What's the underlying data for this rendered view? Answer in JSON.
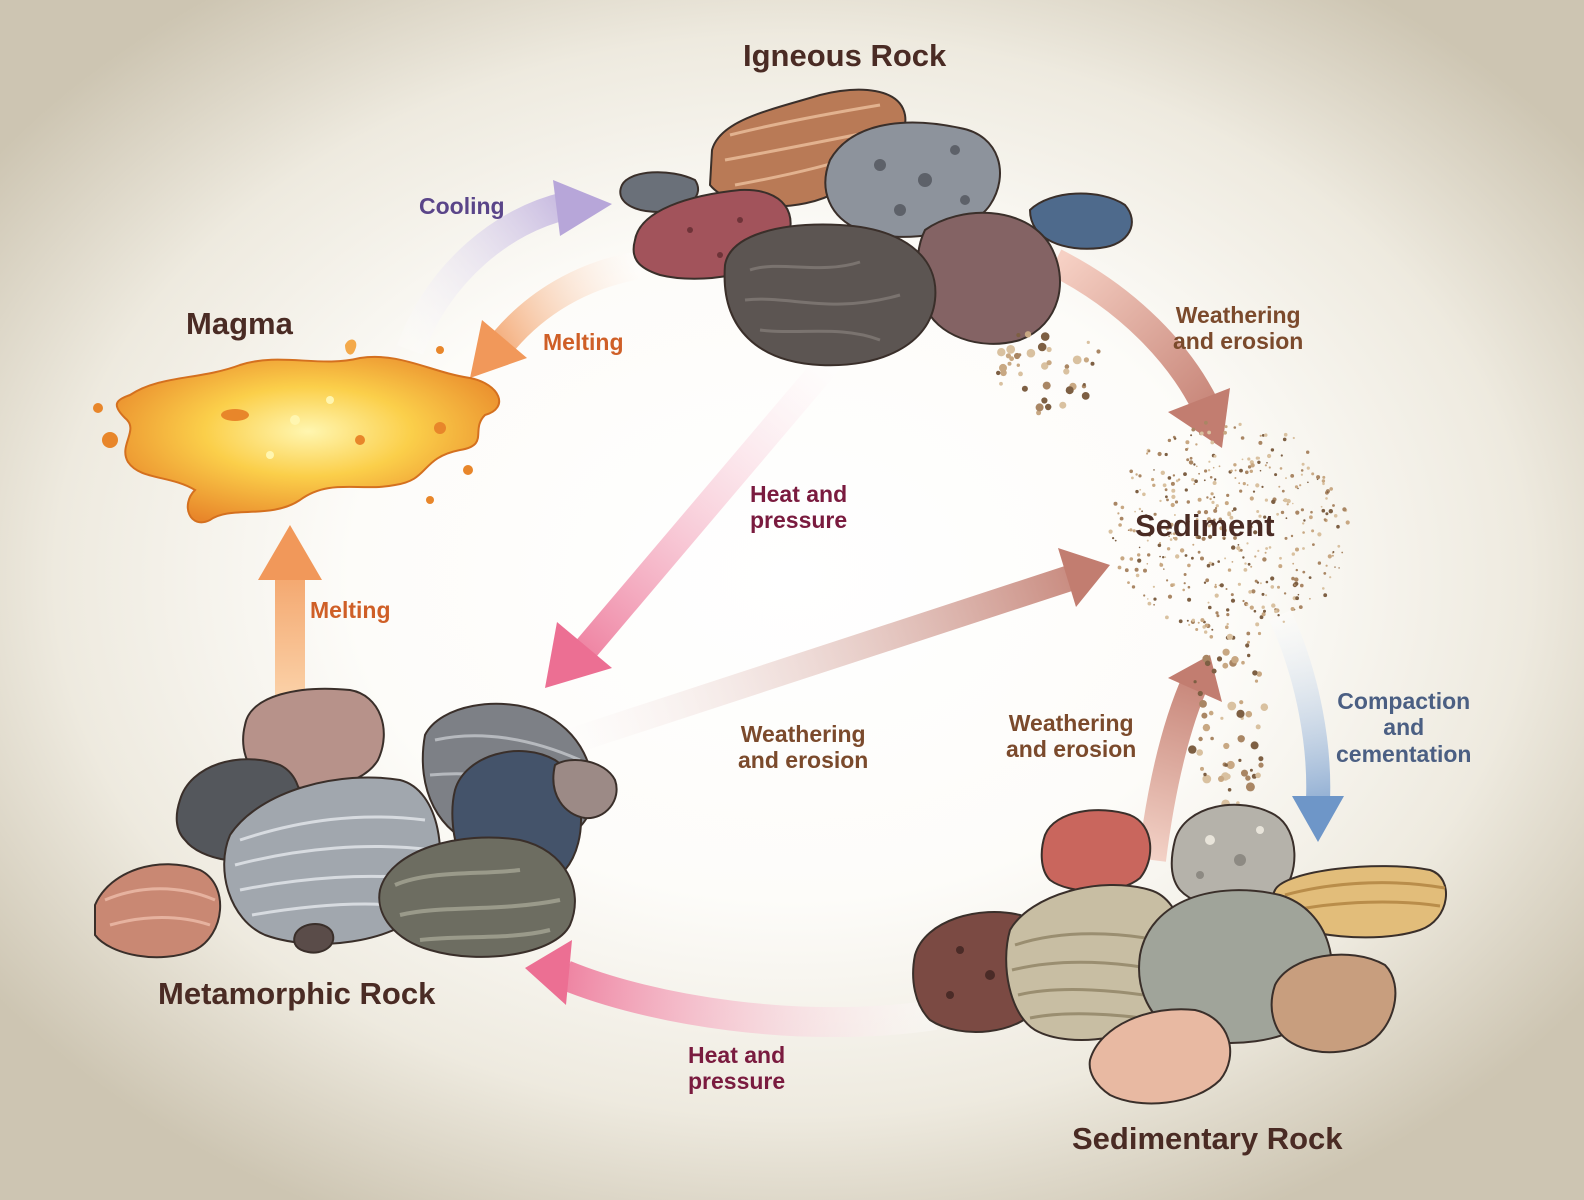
{
  "nodes": {
    "igneous": "Igneous Rock",
    "magma": "Magma",
    "sediment": "Sediment",
    "metamorphic": "Metamorphic Rock",
    "sedimentary": "Sedimentary Rock"
  },
  "processes": {
    "cooling": "Cooling",
    "melting_igneous": "Melting",
    "melting_metamorphic": "Melting",
    "weathering_igneous_1": "Weathering",
    "weathering_igneous_2": "and erosion",
    "heat_igneous_1": "Heat and",
    "heat_igneous_2": "pressure",
    "weathering_metamorphic_1": "Weathering",
    "weathering_metamorphic_2": "and erosion",
    "weathering_sedimentary_1": "Weathering",
    "weathering_sedimentary_2": "and erosion",
    "compaction_1": "Compaction",
    "compaction_2": "and",
    "compaction_3": "cementation",
    "heat_sedimentary_1": "Heat and",
    "heat_sedimentary_2": "pressure"
  },
  "colors": {
    "title_text": "#4a2b24",
    "cooling": "#5a4589",
    "melting": "#cf5f27",
    "weathering": "#7b4a2c",
    "heat_pressure": "#7a1b3f",
    "compaction": "#4b5f83",
    "arrow_cooling": "#b7a6d9",
    "arrow_melting": "#f1985a",
    "arrow_weathering": "#c27d70",
    "arrow_heat": "#ec6f93",
    "arrow_compaction": "#6e96c8"
  },
  "icons": {
    "igneous": "igneous-rock-pile-icon",
    "magma": "magma-splash-icon",
    "sediment": "sediment-particles-icon",
    "metamorphic": "metamorphic-rock-pile-icon",
    "sedimentary": "sedimentary-rock-pile-icon"
  }
}
